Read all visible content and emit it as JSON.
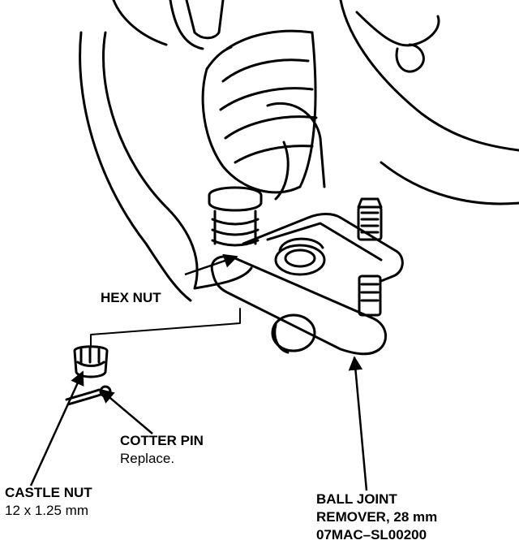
{
  "callouts": {
    "hex_nut": {
      "title": "HEX NUT"
    },
    "cotter_pin": {
      "title": "COTTER PIN",
      "note": "Replace."
    },
    "castle_nut": {
      "title": "CASTLE NUT",
      "spec": "12 x 1.25 mm"
    },
    "ball_joint_remover": {
      "title": "BALL JOINT",
      "title2": "REMOVER, 28 mm",
      "part_number": "07MAC–SL00200"
    }
  }
}
